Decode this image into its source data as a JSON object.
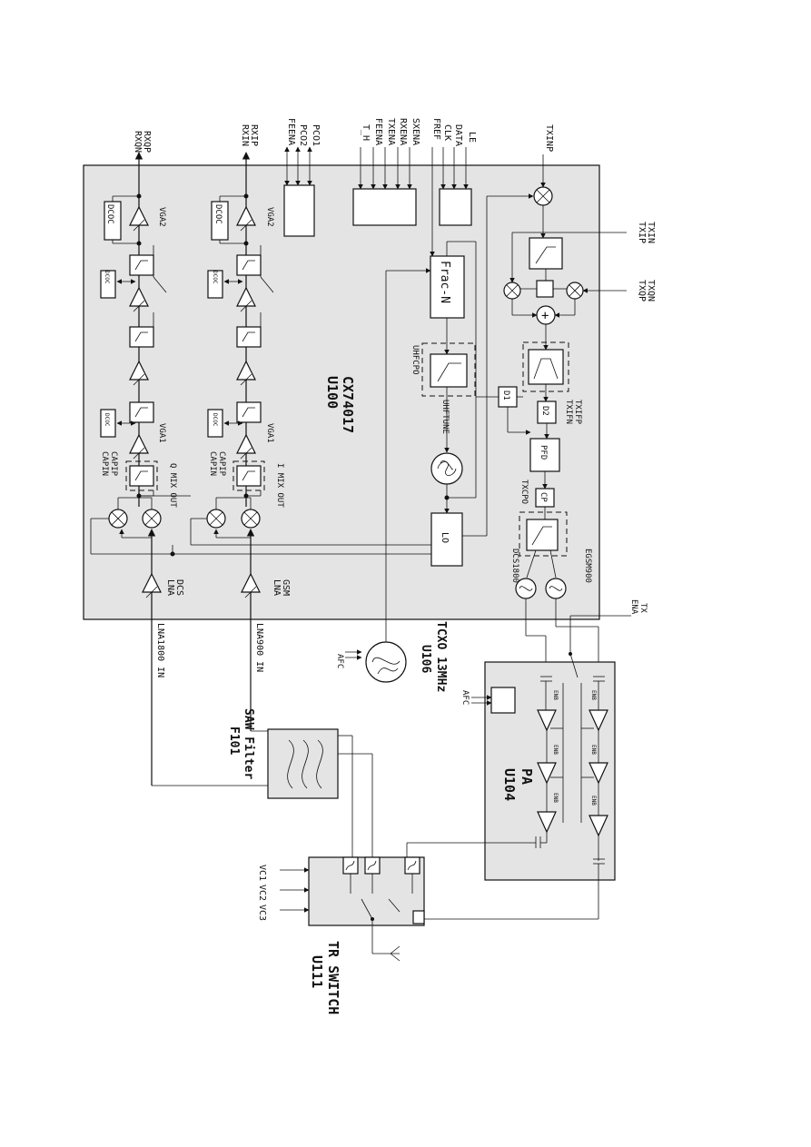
{
  "chips": {
    "transceiver": {
      "name": "CX74017",
      "ref": "U100"
    },
    "pa": {
      "name": "PA",
      "ref": "U104"
    },
    "tcxo": {
      "name": "TCXO 13MHz",
      "ref": "U106"
    },
    "saw": {
      "name": "SAW Filter",
      "ref": "F101"
    },
    "trswitch": {
      "name": "TR SWITCH",
      "ref": "U111"
    }
  },
  "pins": {
    "rxq_p": "RXQP",
    "rxq_n": "RXQN",
    "rxi_p": "RXIP",
    "rxi_n": "RXIN",
    "pco1": "PCO1",
    "pco2": "PCO2",
    "fe_ena_top": "FEENA",
    "sx_ena": "SXENA",
    "rx_ena": "RXENA",
    "tx_ena_in": "TXENA",
    "fe_ena": "FEENA",
    "t_h": "T_H",
    "le": "LE",
    "data": "DATA",
    "clk": "CLK",
    "fref": "FREF",
    "txinp": "TXINP",
    "txin": "TXIN",
    "txip": "TXIP",
    "txqn": "TXQN",
    "txqp": "TXQP",
    "tx_ena_1": "TX",
    "tx_ena_2": "ENA",
    "afc_tcxo": "AFC",
    "afc_pa": "AFC",
    "vc1": "VC1",
    "vc2": "VC2",
    "vc3": "VC3",
    "lna1800_in": "LNA1800 IN",
    "lna900_in": "LNA900 IN"
  },
  "blocks": {
    "dcoc": "DCOC",
    "vga2": "VGA2",
    "vga1": "VGA1",
    "q_mix_out": "Q MIX OUT",
    "i_mix_out": "I MIX OUT",
    "capip": "CAPIP",
    "capin": "CAPIN",
    "dcs_lna_1": "DCS",
    "dcs_lna_2": "LNA",
    "gsm_lna_1": "GSM",
    "gsm_lna_2": "LNA",
    "frac_n": "Frac-N",
    "uhfcpo": "UHFCPO",
    "uhftune": "UHFTUNE",
    "lo": "LO",
    "d1": "D1",
    "d2": "D2",
    "pfd": "PFD",
    "cp": "CP",
    "txcpo": "TXCPO",
    "txifp": "TXIFP",
    "txifn": "TXIFN",
    "dcs1800": "DCS1800",
    "egsm900": "EGSM900",
    "enb": "ENB",
    "plus": "+"
  }
}
